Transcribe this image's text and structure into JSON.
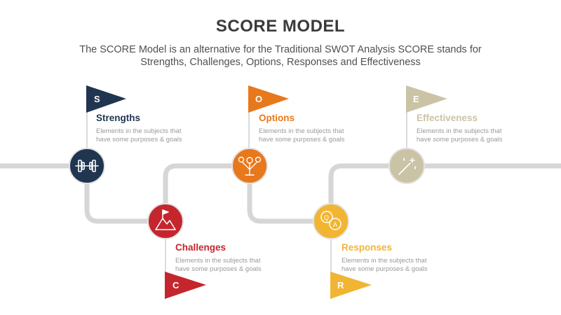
{
  "header": {
    "title": "SCORE MODEL",
    "subtitle_line1": "The SCORE Model is an alternative for the Traditional SWOT Analysis SCORE stands for",
    "subtitle_line2": "Strengths, Challenges, Options, Responses and Effectiveness"
  },
  "steps": [
    {
      "letter": "S",
      "label": "Strengths",
      "desc_line1": "Elements in the subjects that",
      "desc_line2": "have  some purposes & goals",
      "color": "#1f3550",
      "icon": "dumbbell-icon"
    },
    {
      "letter": "C",
      "label": "Challenges",
      "desc_line1": "Elements in the subjects that",
      "desc_line2": "have  some purposes & goals",
      "color": "#c5262e",
      "icon": "mountain-flag-icon"
    },
    {
      "letter": "O",
      "label": "Options",
      "desc_line1": "Elements in the subjects that",
      "desc_line2": "have  some purposes & goals",
      "color": "#e8781c",
      "icon": "choice-arrows-icon"
    },
    {
      "letter": "R",
      "label": "Responses",
      "desc_line1": "Elements in the subjects that",
      "desc_line2": "have  some purposes & goals",
      "color": "#f2b533",
      "icon": "qa-bubbles-icon"
    },
    {
      "letter": "E",
      "label": "Effectiveness",
      "desc_line1": "Elements in the subjects that",
      "desc_line2": "have  some purposes & goals",
      "color": "#cbc3a5",
      "icon": "magic-wand-icon"
    }
  ],
  "colors": {
    "road": "#d6d6d6",
    "stem": "#cfcfcf"
  }
}
